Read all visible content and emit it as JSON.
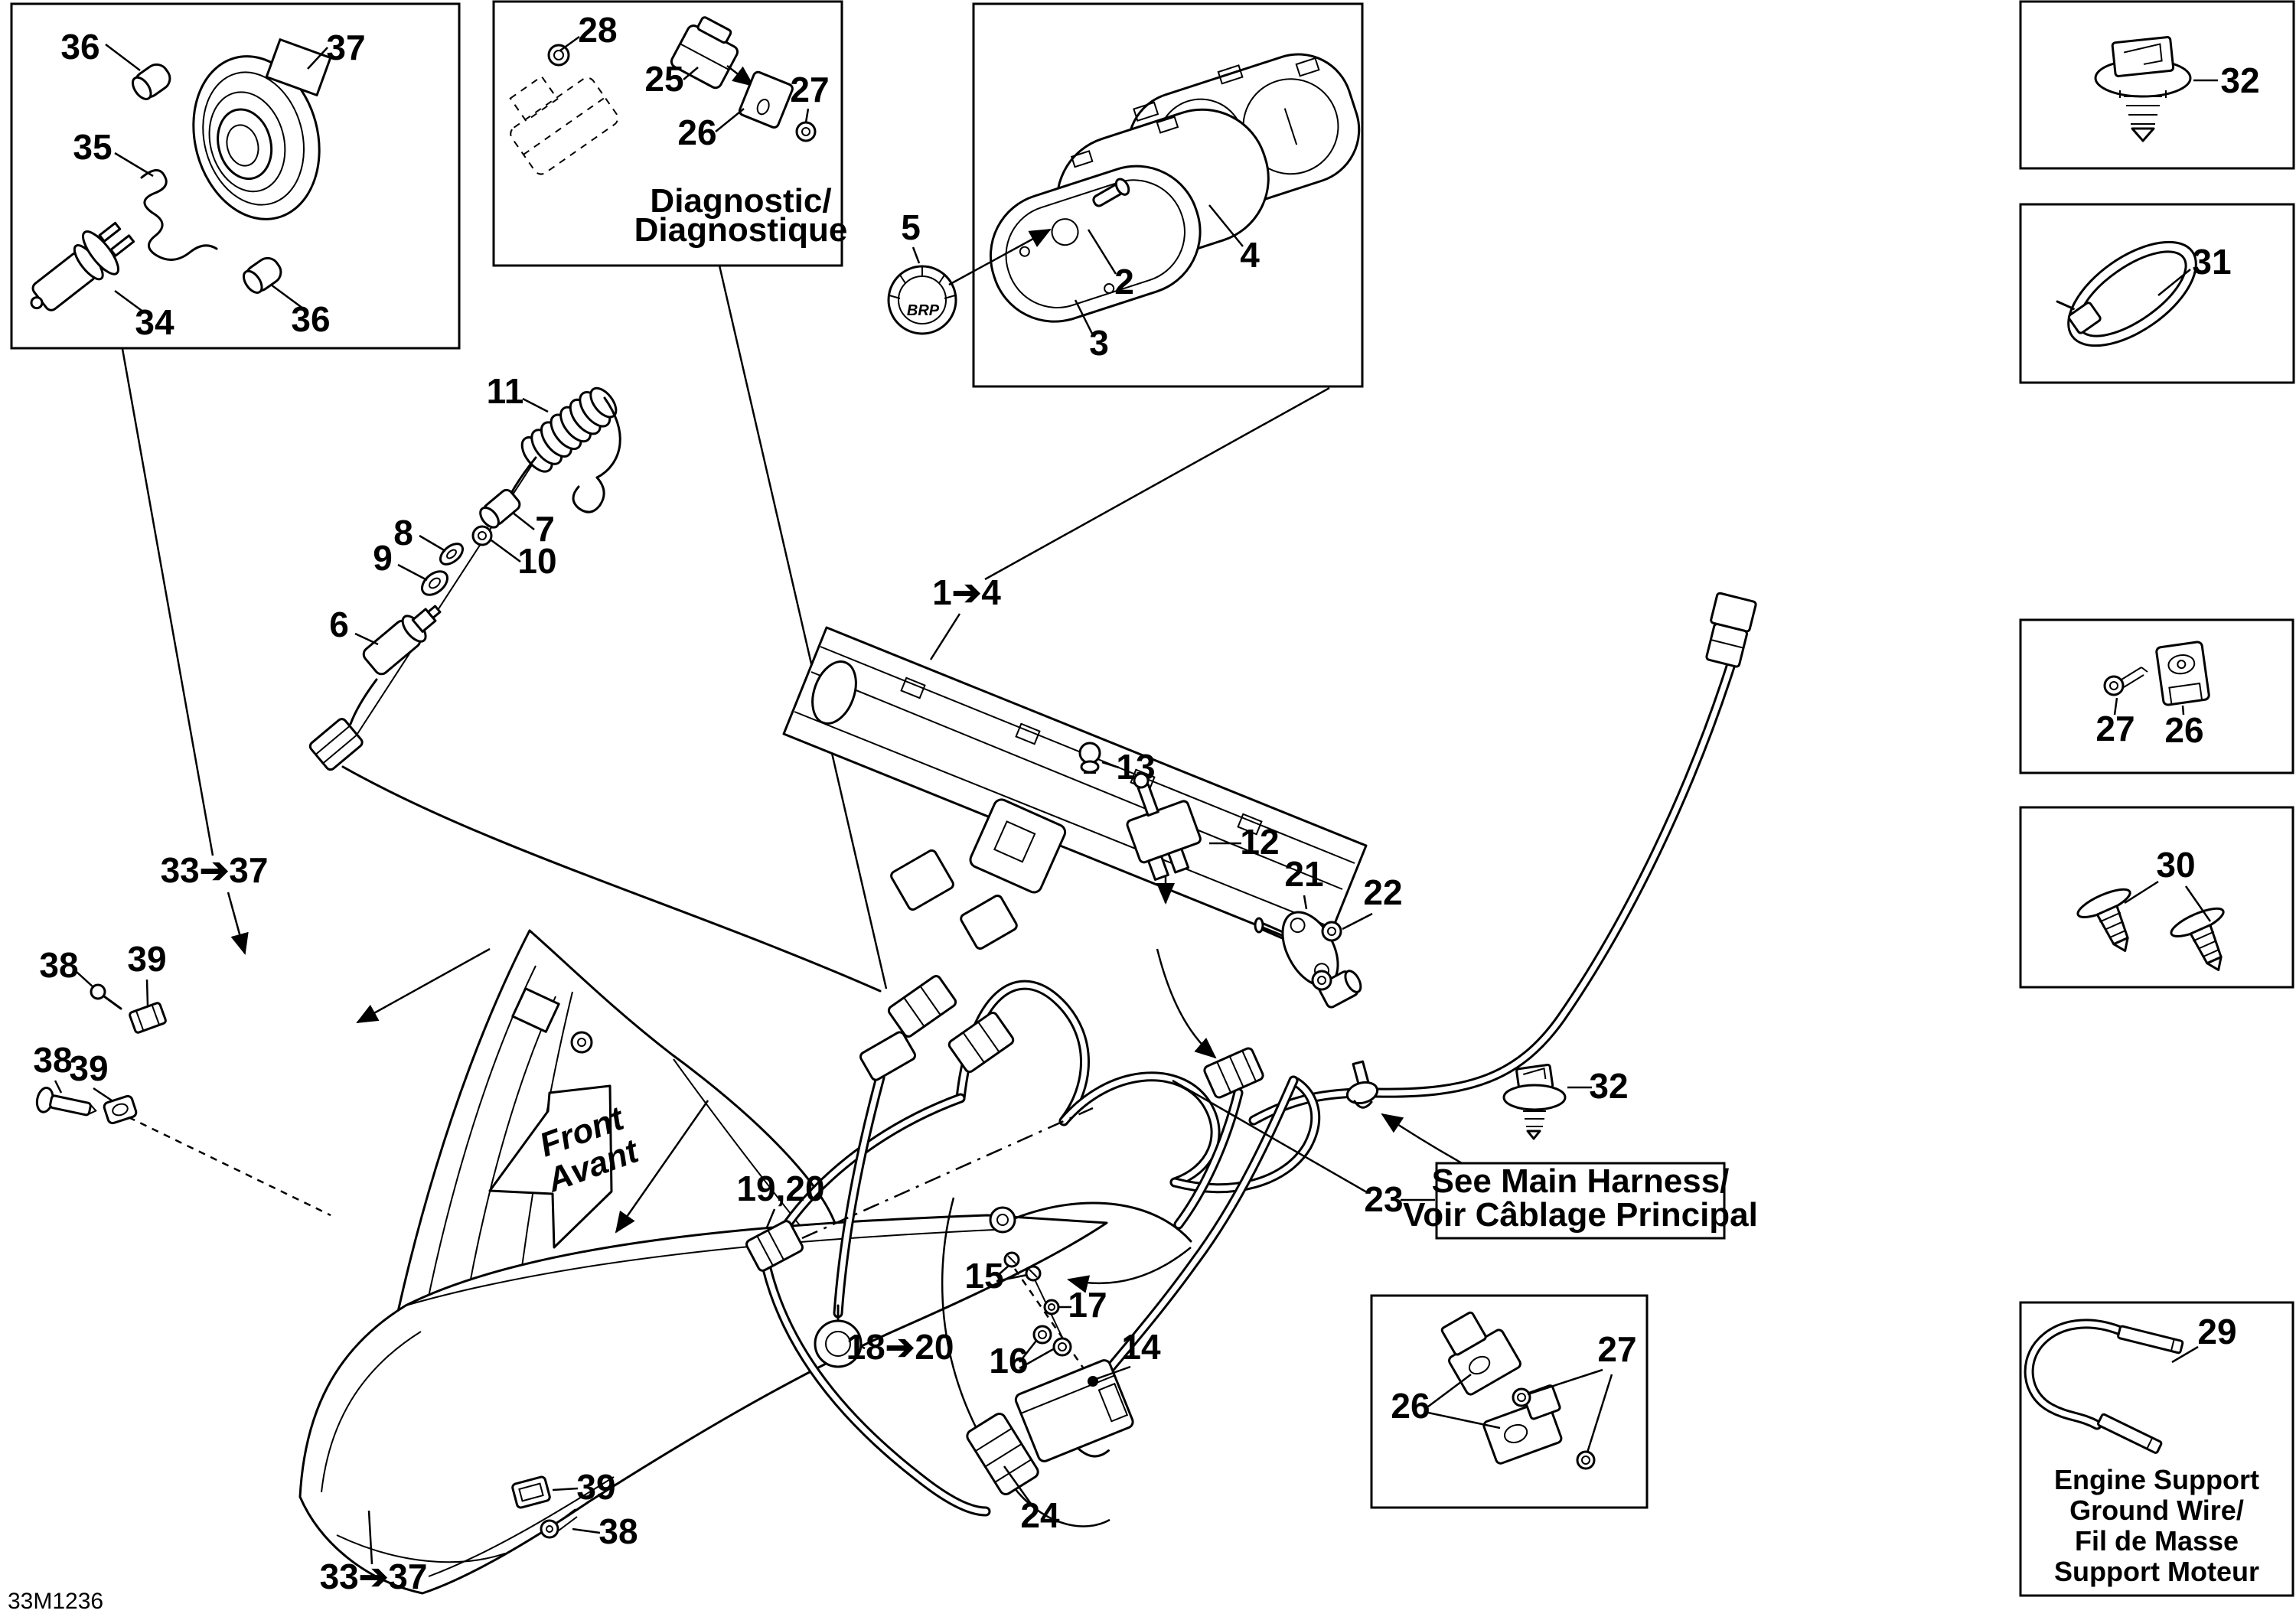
{
  "meta": {
    "drawing_id": "33M1236",
    "ink": "#000000",
    "paper": "#ffffff"
  },
  "labels": {
    "p36a": "36",
    "p37": "37",
    "p35": "35",
    "p34": "34",
    "p36b": "36",
    "p28": "28",
    "p25": "25",
    "p26a": "26",
    "p27a": "27",
    "p5": "5",
    "p2": "2",
    "p3": "3",
    "p4": "4",
    "p1_4": "1➔4",
    "p11": "11",
    "p7": "7",
    "p8": "8",
    "p9": "9",
    "p10": "10",
    "p6": "6",
    "p13": "13",
    "p12": "12",
    "p21": "21",
    "p22": "22",
    "p33_37a": "33➔37",
    "p38a": "38",
    "p39a": "39",
    "p38b": "38",
    "p39b": "39",
    "p19_20": "19,20",
    "p18_20": "18➔20",
    "p15": "15",
    "p17": "17",
    "p16": "16",
    "p14": "14",
    "p24": "24",
    "p23": "23",
    "p32a": "32",
    "p26b": "26",
    "p27b": "27",
    "p39c": "39",
    "p38c": "38",
    "p33_37b": "33➔37",
    "p32b": "32",
    "p31": "31",
    "p27c": "27",
    "p26c": "26",
    "p30": "30",
    "p29": "29"
  },
  "captions": {
    "diagnostic": [
      "Diagnostic/",
      "Diagnostique"
    ],
    "see_main_harness": [
      "See Main Harness/",
      "Voir Câblage Principal"
    ],
    "engine_support": [
      "Engine Support",
      "Ground Wire/",
      "Fil de Masse",
      "Support Moteur"
    ],
    "front_arrow": [
      "Front",
      "Avant"
    ],
    "emblem": "BRP"
  }
}
